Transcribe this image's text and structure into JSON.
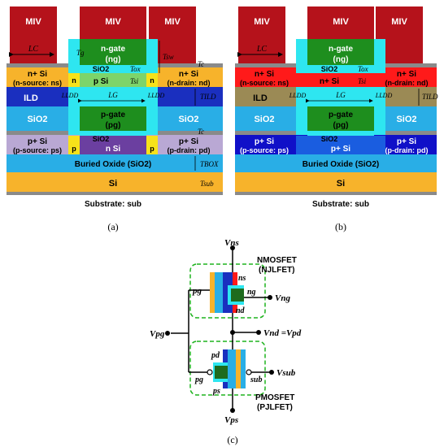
{
  "panel_a": {
    "miv": "MIV",
    "lc": "LC",
    "tg": "Tg",
    "tsw": "Tsw",
    "tc_top": "Tc",
    "tc_mid": "Tc",
    "n_gate_1": "n-gate",
    "n_gate_2": "(ng)",
    "nsi_left_1": "n+ Si",
    "nsi_left_2": "(n-source: ns)",
    "nsi_right_1": "n+ Si",
    "nsi_right_2": "(n-drain: nd)",
    "n_small": "n",
    "sio2_gate": "SiO2",
    "tox": "Tox",
    "psi": "p Si",
    "tsi": "Tsi",
    "ild": "ILD",
    "lldd_l": "LLDD",
    "lg": "LG",
    "lldd_r": "LLDD",
    "tild": "TILD",
    "sio2_left": "SiO2",
    "sio2_right": "SiO2",
    "p_gate_1": "p-gate",
    "p_gate_2": "(pg)",
    "sio2_lower": "SiO2",
    "psi_left_1": "p+ Si",
    "psi_left_2": "(p-source: ps)",
    "psi_right_1": "p+ Si",
    "psi_right_2": "(p-drain: pd)",
    "p_small": "p",
    "nsi": "n Si",
    "box": "Buried Oxide (SiO2)",
    "tbox": "TBOX",
    "si": "Si",
    "tsub": "Tsub",
    "substrate": "Substrate: sub",
    "caption": "(a)"
  },
  "panel_b": {
    "miv": "MIV",
    "lc": "LC",
    "n_gate_1": "n-gate",
    "n_gate_2": "(ng)",
    "nsi_left_1": "n+ Si",
    "nsi_left_2": "(n-source: ns)",
    "nsi_right_1": "n+ Si",
    "nsi_right_2": "(n-drain: nd)",
    "sio2_gate": "SiO2",
    "tox": "Tox",
    "nplus_mid": "n+ Si",
    "tsi": "Tsi",
    "ild": "ILD",
    "lldd_l": "LLDD",
    "lg": "LG",
    "lldd_r": "LLDD",
    "tild": "TILD",
    "sio2_left": "SiO2",
    "sio2_right": "SiO2",
    "p_gate_1": "p-gate",
    "p_gate_2": "(pg)",
    "sio2_lower": "SiO2",
    "psi_left_1": "p+ Si",
    "psi_left_2": "(p-source: ps)",
    "psi_right_1": "p+ Si",
    "psi_right_2": "(p-drain: pd)",
    "pplus_mid": "p+ Si",
    "box": "Buried Oxide (SiO2)",
    "si": "Si",
    "substrate": "Substrate: sub",
    "caption": "(b)"
  },
  "panel_c": {
    "vns": "Vns",
    "nmos_1": "NMOSFET",
    "nmos_2": "(NJLFET)",
    "pg_top": "pg",
    "ns": "ns",
    "ng": "ng",
    "vng": "Vng",
    "nd": "nd",
    "vpg": "Vpg",
    "vnd_vpd": "Vnd =Vpd",
    "pd": "pd",
    "pg_bot": "pg",
    "sub": "sub",
    "vsub": "Vsub",
    "ps": "ps",
    "pmos_1": "PMOSFET",
    "pmos_2": "(PJLFET)",
    "vps": "Vps",
    "caption": "(c)"
  },
  "colors": {
    "miv": "#b5121b",
    "n_gate": "#1e8e1e",
    "cyan": "#2ee6f0",
    "orange": "#f7b32b",
    "blue_ild": "#1a2fbf",
    "olive_ild": "#9b8a55",
    "sio2": "#29aee6",
    "lavender": "#b9a8d4",
    "purple": "#6b3fa0",
    "yellow": "#f7c51a",
    "grey": "#8a8a8a",
    "red_layer": "#ff1a1a",
    "navy": "#1010c8",
    "green_dash": "#1fb31f"
  }
}
